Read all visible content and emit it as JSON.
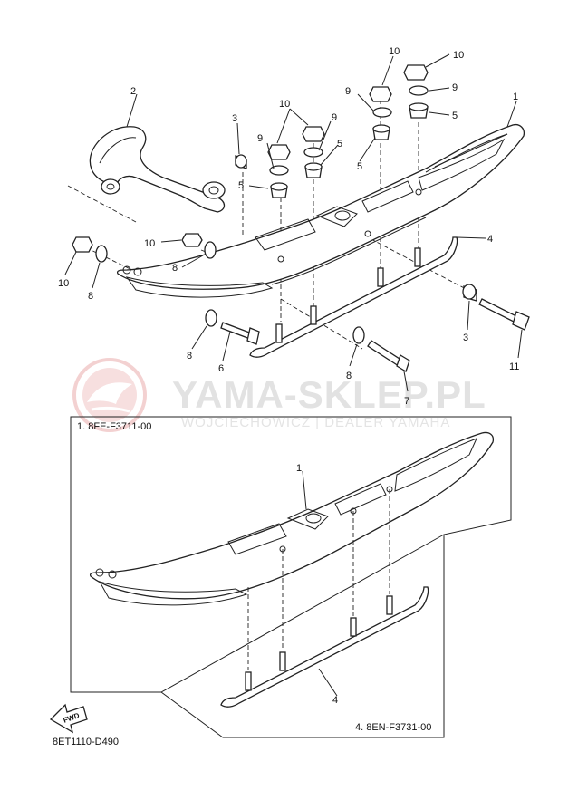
{
  "watermark": {
    "title": "YAMA-SKLEP.PL",
    "subtitle": "WOJCIECHOWICZ | DEALER YAMAHA",
    "logo_color": "#f2c9c9"
  },
  "callouts": [
    "1",
    "2",
    "3",
    "4",
    "5",
    "6",
    "7",
    "8",
    "9",
    "10",
    "11"
  ],
  "boxes": {
    "ski_assembly": "1. 8FE-F3711-00",
    "runner": "4. 8EN-F3731-00"
  },
  "fwd_label": "FWD",
  "diagram_code": "8ET1110-D490",
  "colors": {
    "line": "#222222",
    "background": "#ffffff"
  }
}
